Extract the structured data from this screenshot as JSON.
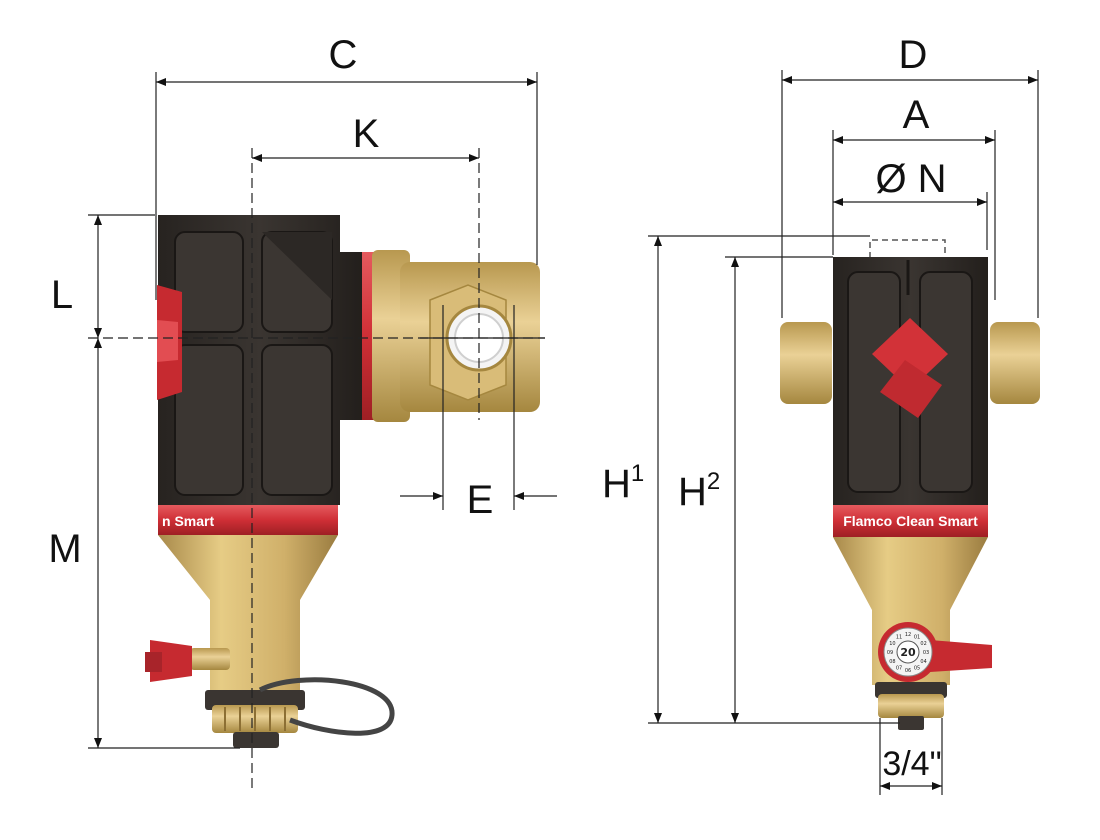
{
  "dimensions": {
    "C": "C",
    "K": "K",
    "L": "L",
    "M": "M",
    "E": "E",
    "D": "D",
    "A": "A",
    "N": "Ø N",
    "H1_base": "H",
    "H1_sup": "1",
    "H2_base": "H",
    "H2_sup": "2",
    "thread": "3/4\""
  },
  "product": {
    "side_brand_partial": "n Smart",
    "front_brand": "Flamco Clean Smart",
    "dial_value": "20",
    "dial_ticks": [
      "12",
      "01",
      "02",
      "03",
      "04",
      "05",
      "06",
      "07",
      "08",
      "09",
      "10",
      "11"
    ]
  },
  "colors": {
    "body": "#2e2a27",
    "body_dark": "#1f1c1a",
    "brass": "#d8b96e",
    "brass_dark": "#a8894a",
    "red": "#d23238",
    "red_dark": "#9e1f24",
    "line": "#222222"
  }
}
